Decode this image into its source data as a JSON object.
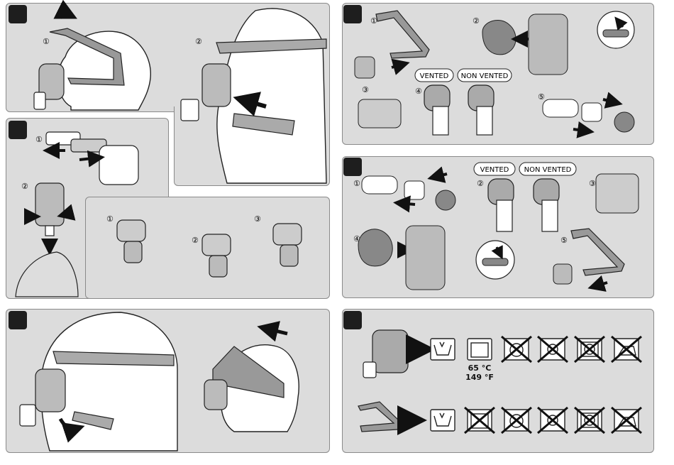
{
  "step_markers": [
    "①",
    "②",
    "③",
    "④",
    "⑤"
  ],
  "labels": {
    "vented": "VENTED",
    "non_vented": "NON VENTED"
  },
  "care": {
    "temp_c": "65 °C",
    "temp_f": "149 °F"
  },
  "icons": {
    "row1": [
      "hand-wash-icon",
      "dishwasher-65c-icon",
      "no-washing-machine-icon",
      "no-sunlight-icon",
      "no-tumble-dry-icon",
      "no-iron-icon"
    ],
    "row2": [
      "hand-wash-icon",
      "no-dishwasher-icon",
      "no-washing-machine-icon",
      "no-sunlight-icon",
      "no-tumble-dry-icon",
      "no-iron-icon"
    ]
  },
  "colors": {
    "panel": "#dcdcdc",
    "badge": "#1e1e1e",
    "cross": "#111111"
  }
}
